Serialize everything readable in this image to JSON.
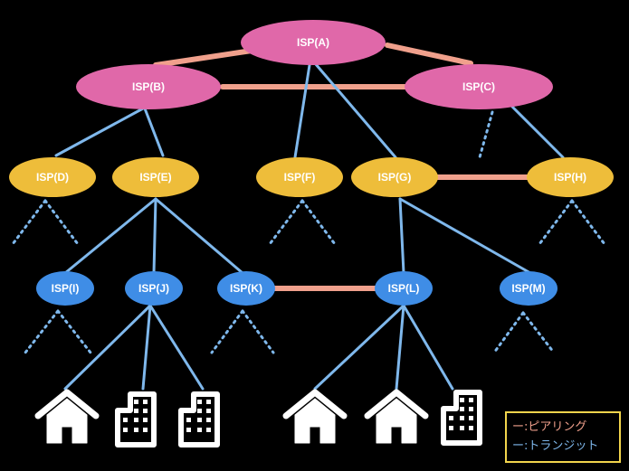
{
  "colors": {
    "tier1": "#e068a9",
    "tier2": "#eebd3a",
    "tier3": "#3f8de6",
    "peering": "#f0a08c",
    "transit": "#7fb8ec",
    "legend_border": "#f1d44c"
  },
  "nodes": {
    "A": "ISP(A)",
    "B": "ISP(B)",
    "C": "ISP(C)",
    "D": "ISP(D)",
    "E": "ISP(E)",
    "F": "ISP(F)",
    "G": "ISP(G)",
    "H": "ISP(H)",
    "I": "ISP(I)",
    "J": "ISP(J)",
    "K": "ISP(K)",
    "L": "ISP(L)",
    "M": "ISP(M)"
  },
  "peering_links": [
    [
      "A",
      "B"
    ],
    [
      "A",
      "C"
    ],
    [
      "B",
      "C"
    ],
    [
      "G",
      "H"
    ],
    [
      "K",
      "L"
    ]
  ],
  "transit_links": [
    [
      "A",
      "F"
    ],
    [
      "A",
      "G"
    ],
    [
      "B",
      "D"
    ],
    [
      "B",
      "E"
    ],
    [
      "C",
      "H"
    ],
    [
      "E",
      "I"
    ],
    [
      "E",
      "J"
    ],
    [
      "E",
      "K"
    ],
    [
      "G",
      "L"
    ],
    [
      "G",
      "M"
    ]
  ],
  "endpoints": [
    {
      "icon": "house-icon",
      "parent": "J"
    },
    {
      "icon": "building-icon",
      "parent": "J"
    },
    {
      "icon": "building-icon",
      "parent": "J"
    },
    {
      "icon": "house-icon",
      "parent": "L"
    },
    {
      "icon": "house-icon",
      "parent": "L"
    },
    {
      "icon": "building-icon",
      "parent": "L"
    }
  ],
  "legend": {
    "peering": "ー:ピアリング",
    "transit": "ー:トランジット"
  }
}
